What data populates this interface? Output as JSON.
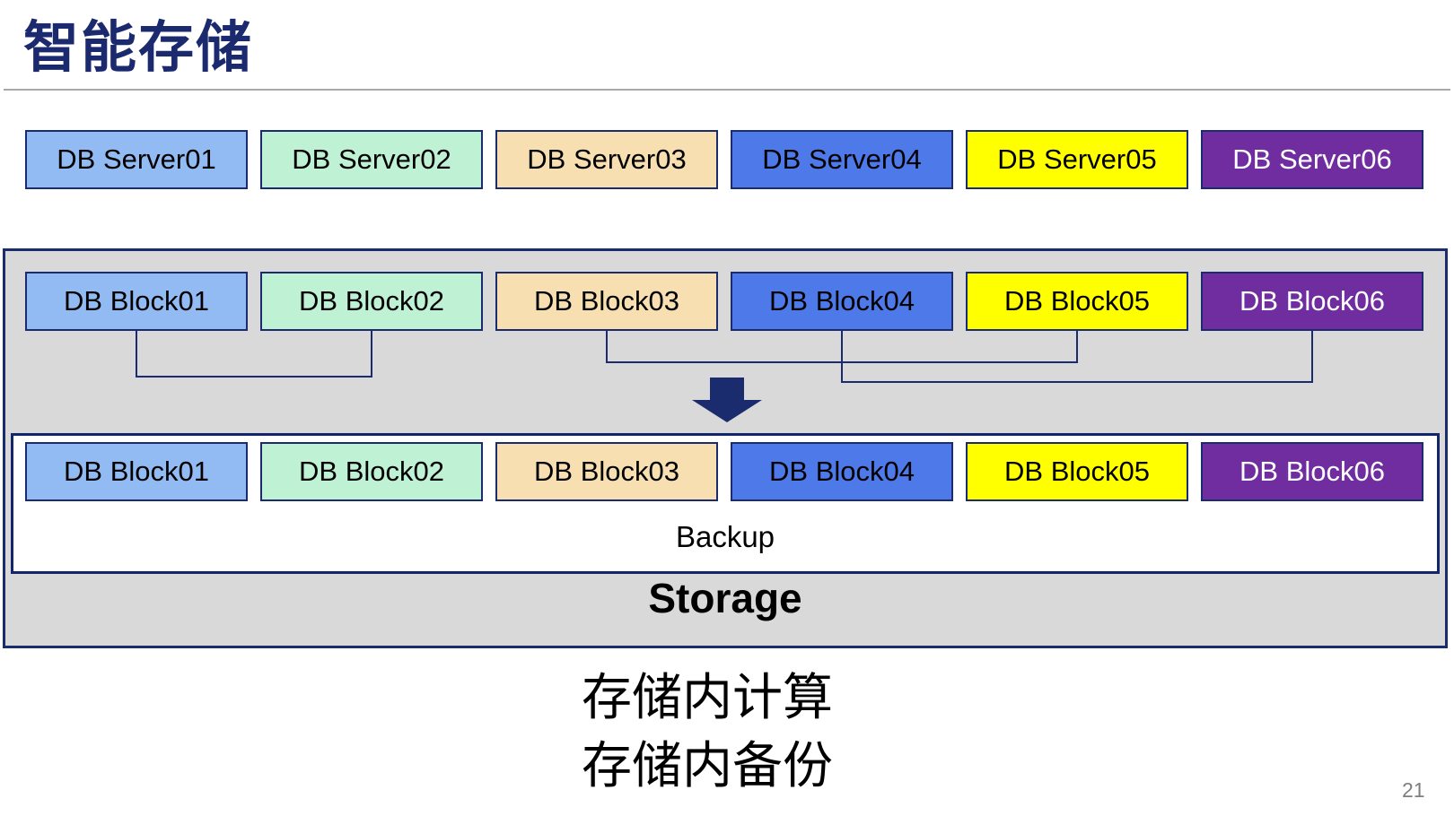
{
  "slide": {
    "title": "智能存储",
    "page_number": "21"
  },
  "colors": {
    "navy": "#1B2C6E",
    "container_bg": "#D9D9D9",
    "title_rule_gray": "#A8A8A8",
    "page_number_gray": "#7F7F7F",
    "palette": [
      {
        "name": "light-blue",
        "bg": "#92BBF4",
        "text": "#000000"
      },
      {
        "name": "mint-green",
        "bg": "#BFF2D4",
        "text": "#000000"
      },
      {
        "name": "wheat",
        "bg": "#F8DFB2",
        "text": "#000000"
      },
      {
        "name": "royal-blue",
        "bg": "#4E79E9",
        "text": "#000000"
      },
      {
        "name": "yellow",
        "bg": "#FFFF00",
        "text": "#000000"
      },
      {
        "name": "purple",
        "bg": "#6F2DA0",
        "text": "#FFFFFF"
      }
    ]
  },
  "servers": [
    "DB Server01",
    "DB Server02",
    "DB Server03",
    "DB Server04",
    "DB Server05",
    "DB Server06"
  ],
  "storage": {
    "blocks_top": [
      "DB Block01",
      "DB Block02",
      "DB Block03",
      "DB Block04",
      "DB Block05",
      "DB Block06"
    ],
    "blocks_bottom": [
      "DB Block01",
      "DB Block02",
      "DB Block03",
      "DB Block04",
      "DB Block05",
      "DB Block06"
    ],
    "backup_label": "Backup",
    "storage_label": "Storage",
    "connections": [
      {
        "from": "DB Block01",
        "to": "DB Block02"
      },
      {
        "from": "DB Block03",
        "to": "DB Block05"
      },
      {
        "from": "DB Block04",
        "to": "DB Block06"
      }
    ]
  },
  "caption": {
    "line1": "存储内计算",
    "line2": "存储内备份"
  }
}
